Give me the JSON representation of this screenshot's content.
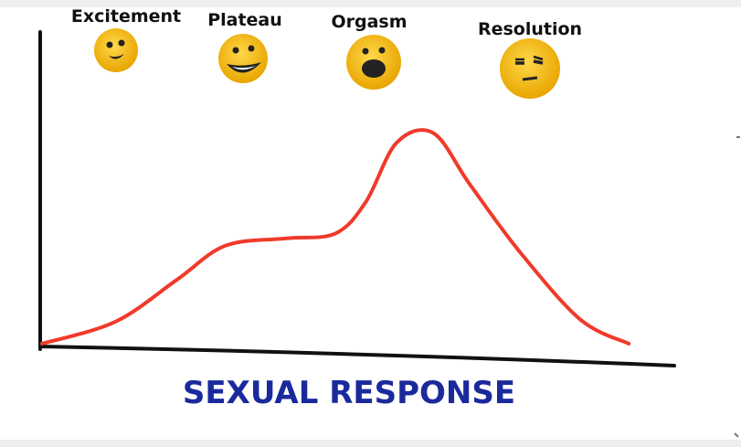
{
  "chart_data": {
    "type": "line",
    "title": "SEXUAL RESPONSE",
    "phases": [
      {
        "label": "Excitement",
        "face": "smiling-face-icon"
      },
      {
        "label": "Plateau",
        "face": "grinning-face-icon"
      },
      {
        "label": "Orgasm",
        "face": "open-mouth-face-icon"
      },
      {
        "label": "Resolution",
        "face": "unamused-face-icon"
      }
    ],
    "series": [
      {
        "values": [
          {
            "x": 0,
            "y": 0
          },
          {
            "x": 0.12,
            "y": 0.09
          },
          {
            "x": 0.22,
            "y": 0.26
          },
          {
            "x": 0.3,
            "y": 0.4
          },
          {
            "x": 0.4,
            "y": 0.43
          },
          {
            "x": 0.48,
            "y": 0.45
          },
          {
            "x": 0.53,
            "y": 0.58
          },
          {
            "x": 0.58,
            "y": 0.82
          },
          {
            "x": 0.64,
            "y": 0.86
          },
          {
            "x": 0.7,
            "y": 0.65
          },
          {
            "x": 0.78,
            "y": 0.38
          },
          {
            "x": 0.88,
            "y": 0.1
          },
          {
            "x": 0.96,
            "y": 0.0
          }
        ]
      }
    ],
    "grid": false,
    "colors": {
      "curve": "#f03a2b",
      "axes": "#111111",
      "title": "#1a2a9c",
      "face": "#f5b800"
    }
  }
}
